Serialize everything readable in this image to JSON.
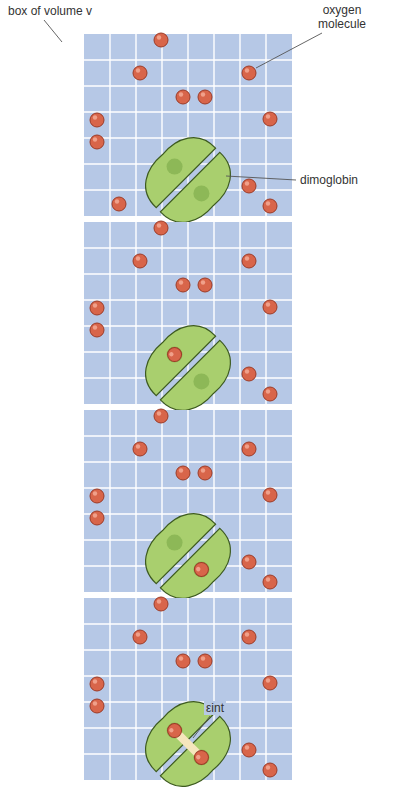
{
  "diagram": {
    "labels": [
      "box of volume v",
      "oxygen molecule",
      "dimoglobin",
      "εint"
    ]
  }
}
